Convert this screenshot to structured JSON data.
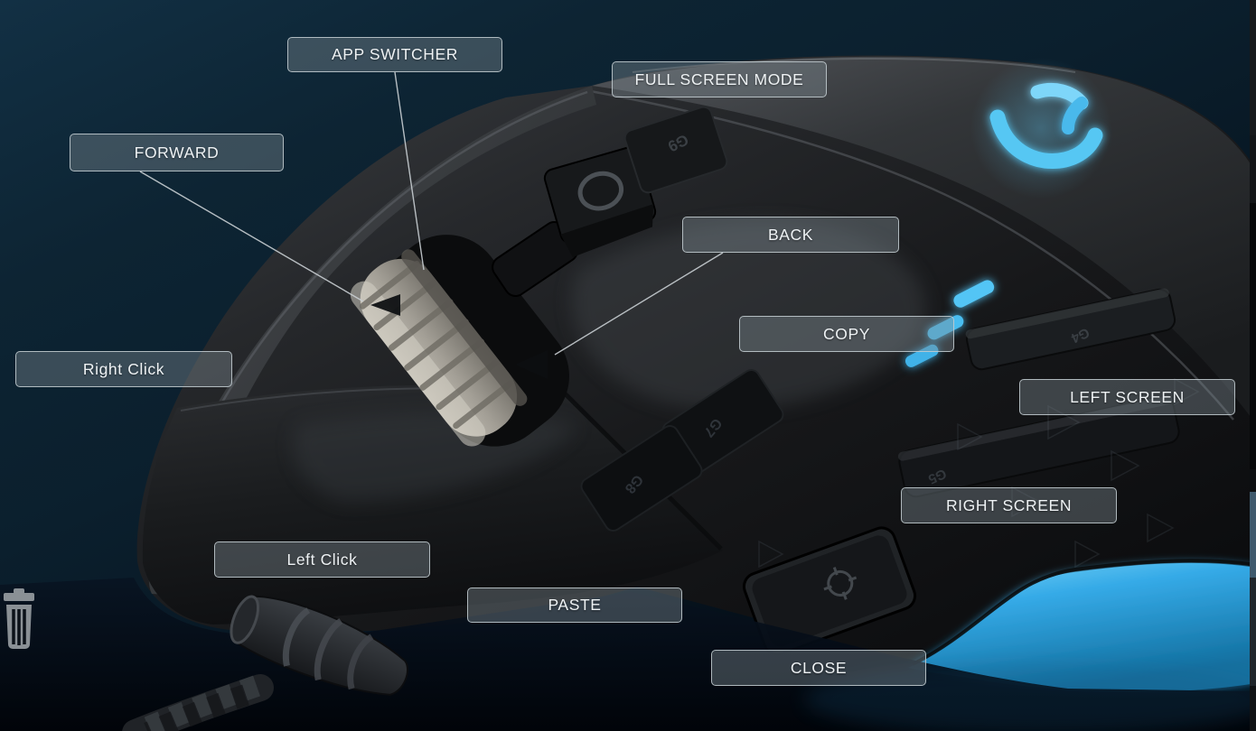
{
  "view": {
    "description": "Gaming mouse on-screen button assignment overview",
    "device": "G502 gaming mouse"
  },
  "colors": {
    "background_top": "#10293a",
    "background_bottom": "#04090f",
    "label_background": "rgba(128,140,147,0.40)",
    "label_border": "#c6cfd4",
    "label_text": "#eef2f4",
    "accent_blue": "#2fa6e4",
    "dpi_led_cyan": "#52c5f5",
    "logo_glow_cyan": "#5bc8f2",
    "wheel_gray": "#a8a49b"
  },
  "assignments": {
    "app_switcher": "APP SWITCHER",
    "full_screen_mode": "FULL SCREEN MODE",
    "forward": "FORWARD",
    "back": "BACK",
    "copy": "COPY",
    "right_click": "Right Click",
    "left_screen": "LEFT SCREEN",
    "right_screen": "RIGHT SCREEN",
    "left_click": "Left Click",
    "paste": "PASTE",
    "close": "CLOSE"
  },
  "mouse": {
    "engravings": {
      "g4": "G4",
      "g5": "G5",
      "g7": "G7",
      "g8": "G8",
      "g9": "G9"
    },
    "dpi_led_count": 3,
    "logo": "logitech-g-logo"
  },
  "icons": {
    "trash": "trash-icon"
  }
}
